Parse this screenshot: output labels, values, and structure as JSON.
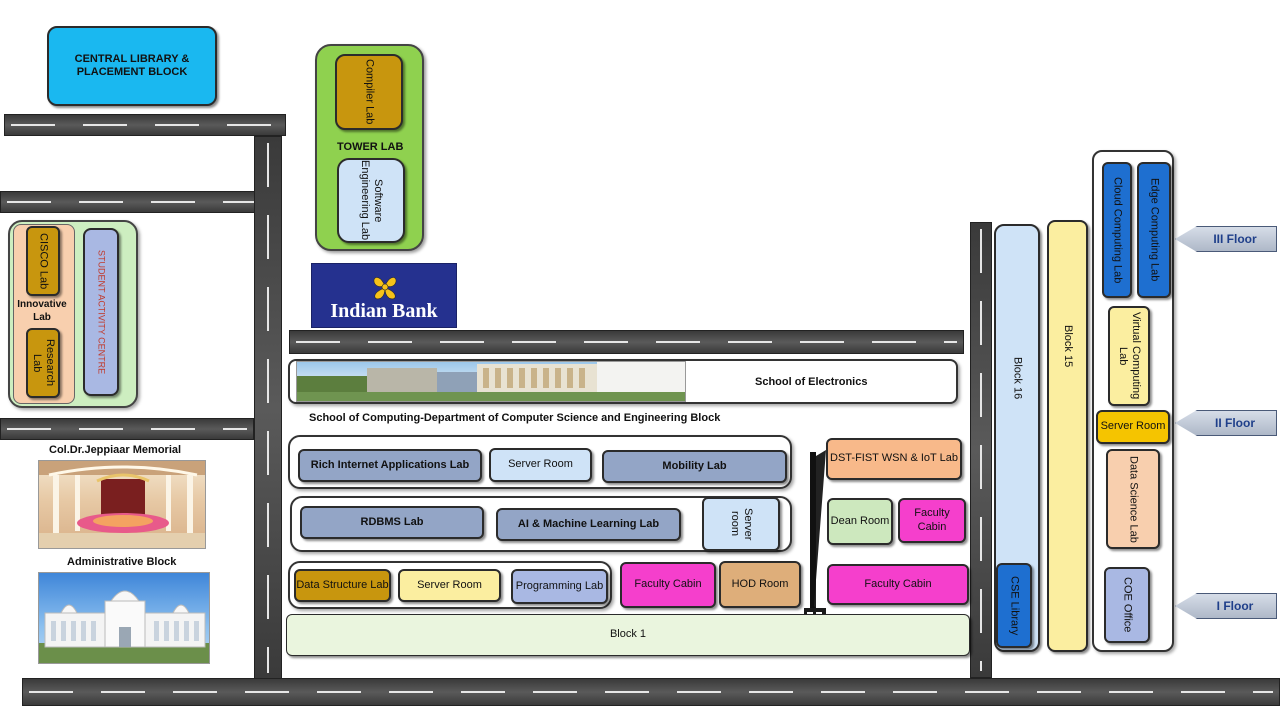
{
  "buildings": {
    "central_library": "CENTRAL LIBRARY & PLACEMENT BLOCK",
    "tower_lab": {
      "title": "TOWER LAB",
      "compiler_lab": "Compiler Lab",
      "software_engineering_lab": "Software Engineering Lab"
    },
    "indian_bank": "Indian Bank",
    "innovative_lab": {
      "title": "Innovative Lab",
      "cisco_lab": "CISCO Lab",
      "research_lab": "Research Lab"
    },
    "student_activity_centre": "STUDENT ACTIVITY CENTRE",
    "memorial": "Col.Dr.Jeppiaar Memorial",
    "administrative_block": "Administrative Block",
    "school_of_electronics": "School of Electronics",
    "computing_block_title": "School of Computing-Department of Computer Science and Engineering Block",
    "row1": {
      "ria_lab": "Rich Internet Applications Lab",
      "server_room": "Server Room",
      "mobility_lab": "Mobility Lab"
    },
    "row2": {
      "rdbms_lab": "RDBMS Lab",
      "ai_ml_lab": "AI & Machine Learning Lab",
      "server_room": "Server room"
    },
    "row3": {
      "data_structure_lab": "Data Structure Lab",
      "server_room": "Server Room",
      "programming_lab": "Programming Lab",
      "faculty_cabin": "Faculty Cabin",
      "hod_room": "HOD Room"
    },
    "right_wing": {
      "dst_fist_lab": "DST-FIST WSN & IoT Lab",
      "dean_room": "Dean Room",
      "faculty_cabin_small": "Faculty Cabin",
      "faculty_cabin_large": "Faculty Cabin"
    },
    "block1": "Block 1",
    "block16": "Block 16",
    "cse_library": "CSE Library",
    "block15": "Block 15",
    "east_tower": {
      "cloud_computing_lab": "Cloud Computing Lab",
      "edge_computing_lab": "Edge Computing Lab",
      "virtual_computing_lab": "Virtual Computing Lab",
      "server_room": "Server Room",
      "data_science_lab": "Data Science Lab",
      "coe_office": "COE Office"
    }
  },
  "floors": {
    "third": "III Floor",
    "second": "II Floor",
    "first": "I Floor"
  },
  "colors": {
    "cyan": "#1ab8f0",
    "green_tower": "#8fd14f",
    "gold": "#c8960e",
    "light_blue": "#cfe3f7",
    "slate": "#93a5c6",
    "peach": "#f8cfae",
    "lavender": "#a9b8e3",
    "magenta": "#f53fcc",
    "yellow_light": "#fbeea0",
    "royal_blue": "#1e6fd0",
    "bank_blue": "#25318f"
  }
}
